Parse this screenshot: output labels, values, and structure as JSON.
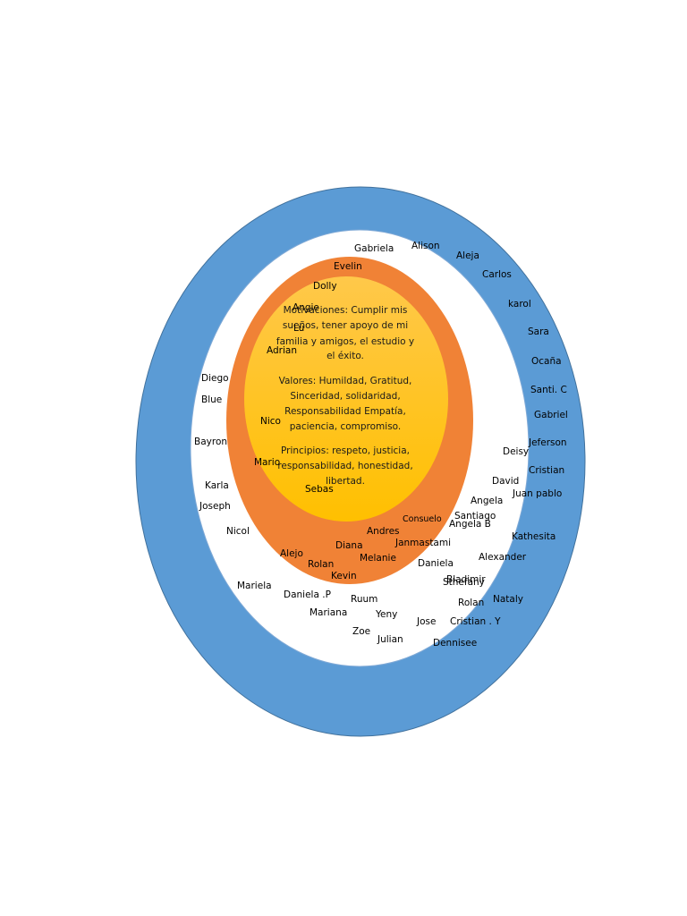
{
  "colors": {
    "outer_ring": "#5b9bd5",
    "outer_ring_stroke": "#41719c",
    "middle_ring": "#ffffff",
    "inner_ring": "#f08236",
    "core_top": "#ffc84a",
    "core_bottom": "#ffc000"
  },
  "core": {
    "motivaciones": [
      "Motivaciones: Cumplir mis",
      "sueños, tener apoyo de mi",
      "familia y amigos,  el estudio y",
      "el éxito."
    ],
    "valores": [
      "Valores: Humildad, Gratitud,",
      "Sinceridad, solidaridad,",
      "Responsabilidad Empatía,",
      "paciencia, compromiso."
    ],
    "principios": [
      "Principios:  respeto, justicia,",
      "responsabilidad, honestidad,",
      "libertad."
    ]
  },
  "names": [
    "Gabriela",
    "Alison",
    "Aleja",
    "Carlos",
    "karol",
    "Sara",
    "Ocaña",
    "Santi. C",
    "Gabriel",
    "Jeferson",
    "Cristian",
    "Juan pablo",
    "Kathesita",
    "Alexander",
    "Nataly",
    "Cristian . Y",
    "Dennisee",
    "Deisy",
    "David",
    "Angela",
    "Santiago",
    "Angela B",
    "Daniela",
    "Sthefany",
    "Bladimir",
    "Rolan",
    "Jose",
    "Julian",
    "Zoe",
    "Yeny",
    "Ruum",
    "Mariana",
    "Daniela .P",
    "Mariela",
    "Nicol",
    "Joseph",
    "Karla",
    "Bayron",
    "Blue",
    "Diego",
    "Evelin",
    "Dolly",
    "Angie",
    "Lu",
    "Adrian",
    "Nico",
    "Mario",
    "Sebas",
    "Consuelo",
    "Andres",
    "Janmastami",
    "Diana",
    "Melanie",
    "Alejo",
    "Rolan",
    "Kevin"
  ]
}
